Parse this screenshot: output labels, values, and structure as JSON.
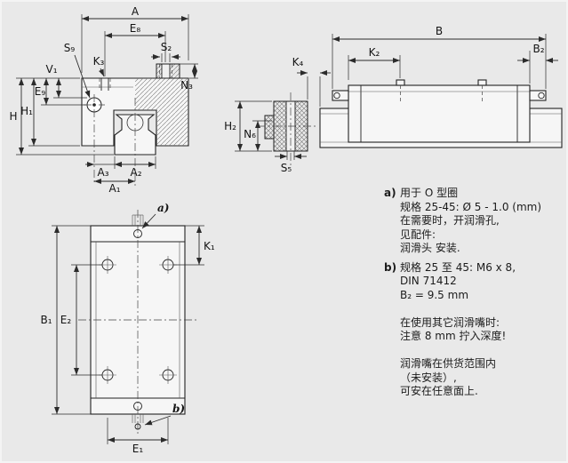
{
  "colors": {
    "background": "#e9e9e9",
    "line": "#2b2b2b"
  },
  "labels": {
    "cross": {
      "A": "A",
      "E8": "E₈",
      "S9": "S₉",
      "V1": "V₁",
      "K3": "K₃",
      "S2": "S₂",
      "N3": "N₃",
      "H": "H",
      "H1": "H₁",
      "E9": "E₉",
      "A3": "A₃",
      "A2": "A₂",
      "A1": "A₁"
    },
    "side": {
      "B": "B",
      "K2": "K₂",
      "B2": "B₂",
      "K4": "K₄",
      "H2": "H₂",
      "N6": "N₆",
      "S5": "S₅"
    },
    "plan": {
      "B1": "B₁",
      "E2": "E₂",
      "K1": "K₁",
      "E1": "E₁",
      "a": "a)",
      "b": "b)"
    }
  },
  "notes": {
    "a": {
      "marker": "a)",
      "lines": [
        "用于 O 型圈",
        "规格 25-45: Ø 5 - 1.0 (mm)",
        "在需要时，开润滑孔,",
        "见配件:",
        "润滑头 安装."
      ]
    },
    "b": {
      "marker": "b)",
      "lines": [
        "规格 25 至 45: M6 x 8,",
        "DIN 71412",
        "B₂ = 9.5 mm",
        "",
        "在使用其它润滑嘴时:",
        "注意 8 mm 拧入深度!",
        "",
        "润滑嘴在供货范围内",
        "（未安装）,",
        "可安在任意面上."
      ]
    }
  }
}
